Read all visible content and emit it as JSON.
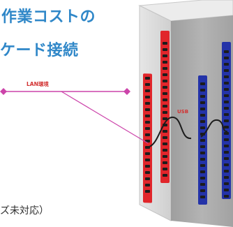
{
  "colors": {
    "headline": "#2f87c8",
    "lan_line": "#cc44aa",
    "lan_label": "#d23030",
    "rack_front": "#a7a7a7",
    "rack_side": "#d8d8d8",
    "rack_top": "#eeeeee",
    "strip_red": "#e1262b",
    "strip_blue": "#2433a8",
    "port_dark": "#1c1c1c",
    "usb_label": "#d23030"
  },
  "headline": {
    "line1": "作業コストの",
    "line2": "ケード接続"
  },
  "diagram": {
    "lan_label": "LAN環境",
    "usb_label": "USB",
    "lan_icon": "diamond-node-icon"
  },
  "footnote": "ズ未対応）"
}
